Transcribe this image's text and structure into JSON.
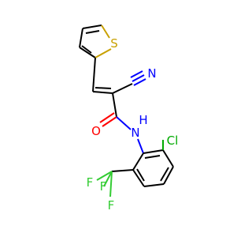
{
  "structure": {
    "atoms": {
      "S": "S",
      "N_nitrile": "N",
      "O_amide": "O",
      "N_amide": "N",
      "H_amide": "H",
      "Cl": "Cl",
      "F1": "F",
      "F2": "F",
      "F3": "F"
    }
  },
  "colors": {
    "carbon_bond": "#000000",
    "sulfur": "#c8a000",
    "nitrogen": "#0000ff",
    "oxygen": "#ff0000",
    "chlorine": "#00aa00",
    "fluorine": "#33cc33"
  }
}
